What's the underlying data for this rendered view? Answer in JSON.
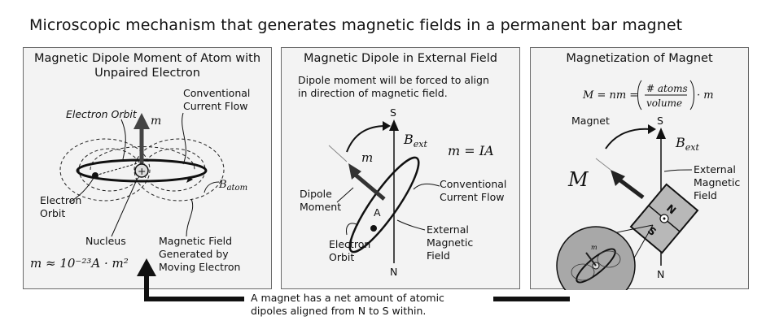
{
  "title": "Microscopic mechanism that generates magnetic fields in a permanent bar magnet",
  "panel1": {
    "title": "Magnetic Dipole Moment of Atom with Unpaired Electron",
    "label_m": "m",
    "label_electron_orbit_top": "Electron Orbit",
    "label_conventional": "Conventional Current Flow",
    "label_batom_base": "B",
    "label_batom_sub": "atom",
    "label_electron_orbit": "Electron Orbit",
    "label_nucleus": "Nucleus",
    "label_magnetic_field": "Magnetic Field Generated by Moving Electron",
    "formula": "m ≈ 10⁻²³A · m²"
  },
  "panel2": {
    "title": "Magnetic Dipole in External Field",
    "note": "Dipole moment will be forced to align in direction of magnetic field.",
    "label_s": "S",
    "label_n": "N",
    "label_bext_base": "B",
    "label_bext_sub": "ext",
    "label_m": "m",
    "formula": "m = IA",
    "label_dipole_moment": "Dipole Moment",
    "label_a": "A",
    "label_conventional": "Conventional Current Flow",
    "label_external_field": "External Magnetic Field",
    "label_electron_orbit": "Electron Orbit"
  },
  "panel3": {
    "title": "Magnetization of Magnet",
    "formula_lhs": "M = nm =",
    "formula_num": "# atoms",
    "formula_den": "volume",
    "formula_rhs": "· m",
    "label_magnet": "Magnet",
    "label_s": "S",
    "label_n": "N",
    "label_bext_base": "B",
    "label_bext_sub": "ext",
    "label_M": "M",
    "label_external_field": "External Magnetic Field",
    "magnet_n": "N",
    "magnet_s": "S",
    "inset_m": "m"
  },
  "bottom_note": "A magnet has a net amount of atomic dipoles aligned from N to S within."
}
